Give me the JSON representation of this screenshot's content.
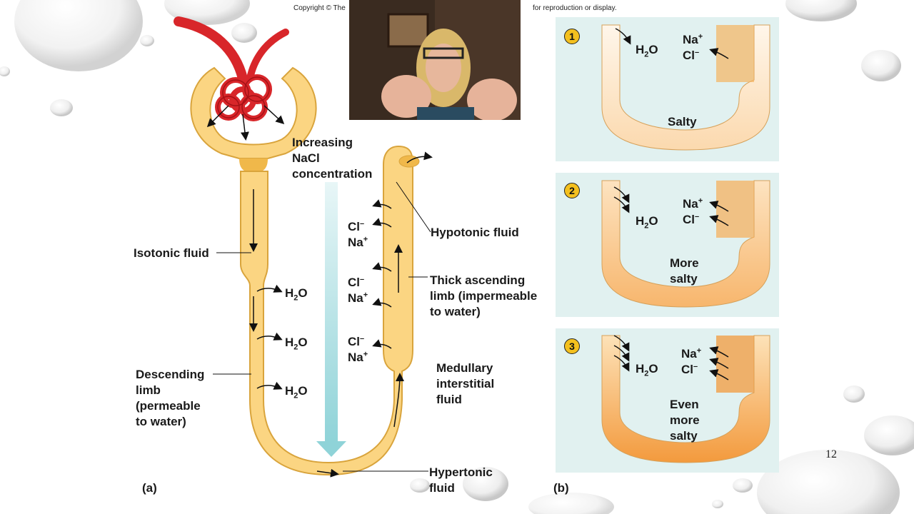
{
  "copyright": {
    "left": "Copyright © The",
    "right": "for reproduction or display."
  },
  "page_number": "12",
  "part_a": {
    "panel_label": "(a)",
    "gradient_label": [
      "Increasing",
      "NaCl",
      "concentration"
    ],
    "isotonic": "Isotonic fluid",
    "descending": [
      "Descending",
      "limb",
      "(permeable",
      "to water)"
    ],
    "hypotonic": "Hypotonic fluid",
    "thick_ascending": [
      "Thick ascending",
      "limb (impermeable",
      "to water)"
    ],
    "medullary": [
      "Medullary",
      "interstitial",
      "fluid"
    ],
    "hypertonic": [
      "Hypertonic",
      "fluid"
    ],
    "water": "H",
    "water_sub": "2",
    "water_o": "O",
    "chloride": "Cl",
    "chloride_sup": "–",
    "sodium": "Na",
    "sodium_sup": "+"
  },
  "part_b": {
    "panel_label": "(b)",
    "panels": [
      {
        "number": "1",
        "label": [
          "Salty"
        ]
      },
      {
        "number": "2",
        "label": [
          "More",
          "salty"
        ]
      },
      {
        "number": "3",
        "label": [
          "Even",
          "more",
          "salty"
        ]
      }
    ]
  },
  "colors": {
    "tubule": "#fbd582",
    "tubule_edge": "#d9a43c",
    "vessel": "#d8262a",
    "panel_bg": "#e1f1f0",
    "gradient": "#9fd8dc",
    "number_badge": "#f4c01e"
  }
}
